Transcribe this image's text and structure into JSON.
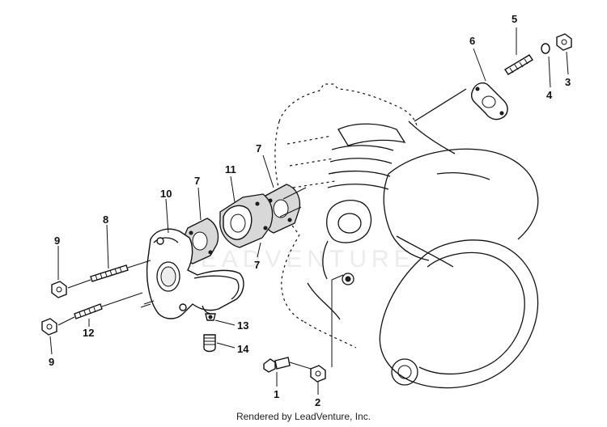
{
  "diagram": {
    "callouts": {
      "c1": "1",
      "c2": "2",
      "c3": "3",
      "c4": "4",
      "c5": "5",
      "c6": "6",
      "c7a": "7",
      "c7b": "7",
      "c7c": "7",
      "c8": "8",
      "c9a": "9",
      "c9b": "9",
      "c10": "10",
      "c11": "11",
      "c12": "12",
      "c13": "13",
      "c14": "14"
    },
    "watermark": "LEADVENTURE",
    "footer": "Rendered by LeadVenture, Inc."
  }
}
